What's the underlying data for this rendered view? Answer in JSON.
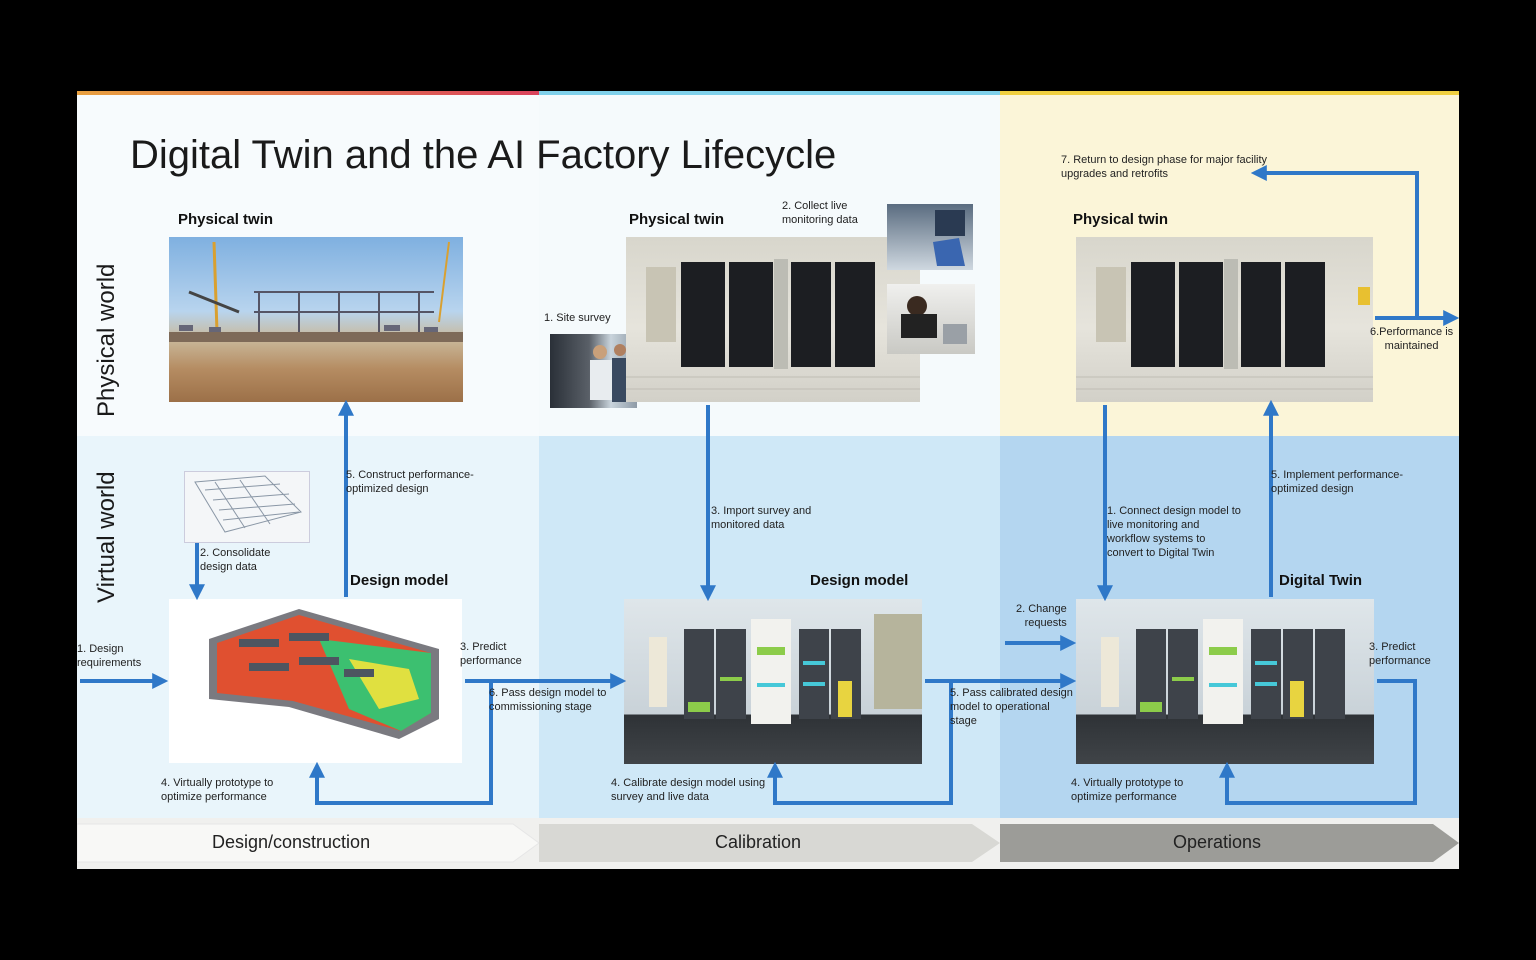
{
  "title": "Digital Twin and the AI Factory Lifecycle",
  "rows": {
    "physical": "Physical world",
    "virtual": "Virtual world"
  },
  "colors": {
    "arrow": "#2f78c8",
    "top_stripe_left": "#d9435c",
    "top_stripe_mid": "#7fd0ea",
    "top_stripe_right": "#f0d040"
  },
  "stages": {
    "design": "Design/construction",
    "calibration": "Calibration",
    "operations": "Operations"
  },
  "section_titles": {
    "phys1": "Physical twin",
    "phys2": "Physical twin",
    "phys3": "Physical twin",
    "virt1": "Design model",
    "virt2": "Design model",
    "virt3": "Digital Twin"
  },
  "labels": {
    "d_design_requirements": "1. Design\nrequirements",
    "d_consolidate": "2. Consolidate\ndesign data",
    "d_predict": "3. Predict\nperformance",
    "d_prototype": "4. Virtually prototype to\noptimize performance",
    "d_construct": "5. Construct performance-\noptimized design",
    "d_pass": "6. Pass design model to\ncommissioning stage",
    "c_site_survey": "1. Site survey",
    "c_collect": "2. Collect live\nmonitoring data",
    "c_import": "3. Import survey  and\nmonitored data",
    "c_calibrate": "4. Calibrate design model using\nsurvey and live data",
    "c_pass": "5. Pass calibrated design\nmodel to operational\nstage",
    "o_connect": "1. Connect design model to\nlive monitoring and\nworkflow systems to\nconvert to Digital Twin",
    "o_change": "2. Change\nrequests",
    "o_predict": "3. Predict\nperformance",
    "o_prototype": "4. Virtually prototype to\noptimize performance",
    "o_implement": "5. Implement performance-\noptimized design",
    "o_maintained": "6.Performance is\nmaintained",
    "o_return": "7. Return to design phase for major facility\nupgrades and retrofits"
  }
}
